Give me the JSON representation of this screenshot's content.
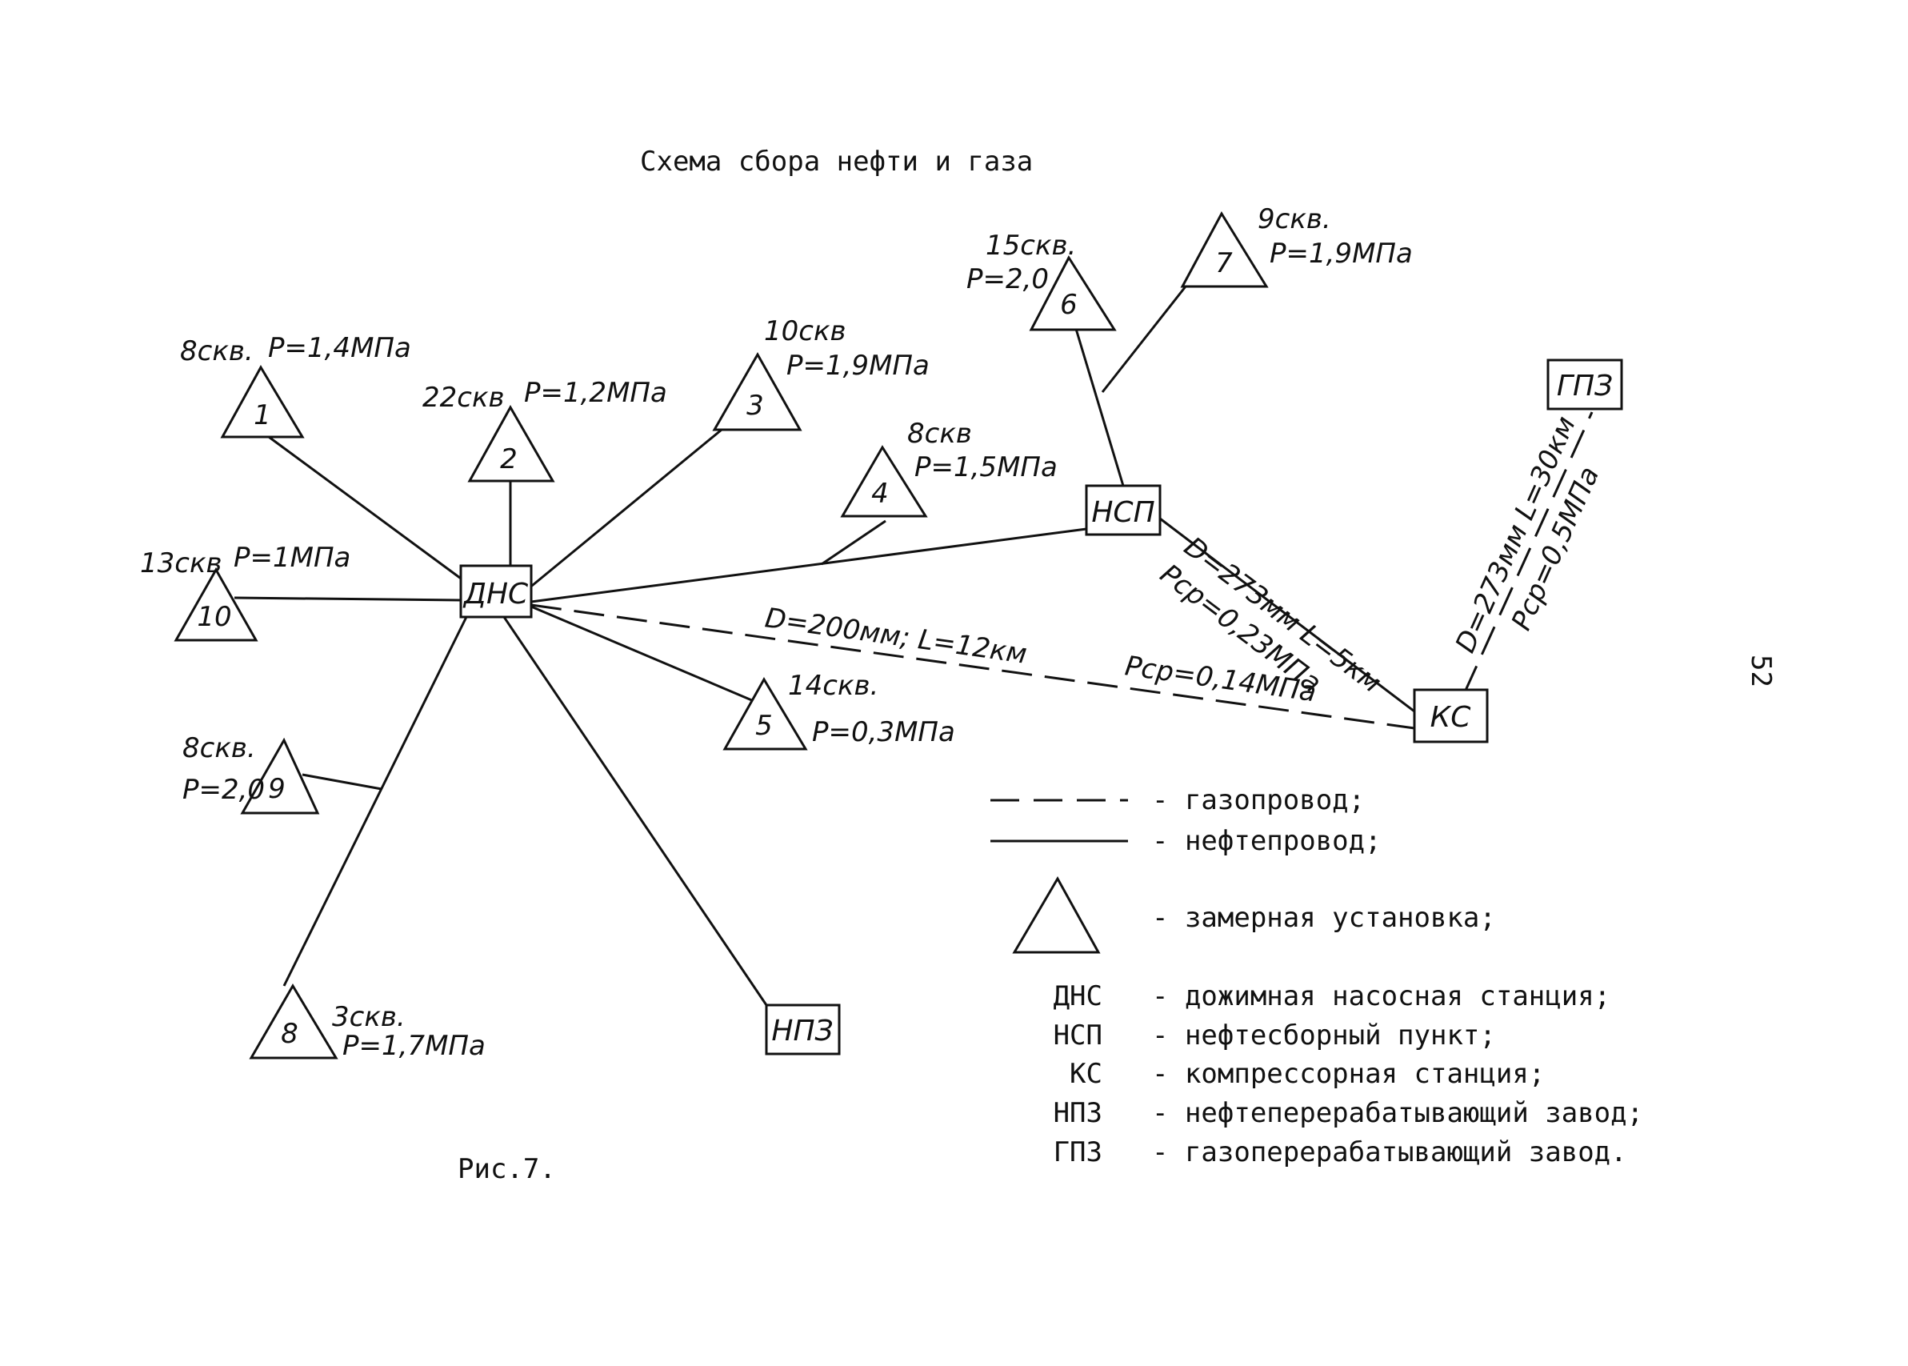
{
  "title": "Схема сбора нефти и газа",
  "caption": "Рис.7.",
  "page_number": "52",
  "stations": {
    "dns": "ДНС",
    "nsp": "НСП",
    "ks": "КС",
    "npz": "НПЗ",
    "gpz": "ГПЗ"
  },
  "wells": [
    {
      "id": "1",
      "label_a": "8скв.",
      "label_b": "P=1,4МПа"
    },
    {
      "id": "2",
      "label_a": "22скв",
      "label_b": "P=1,2МПа"
    },
    {
      "id": "3",
      "label_a": "10скв",
      "label_b": "P=1,9МПа"
    },
    {
      "id": "4",
      "label_a": "8скв",
      "label_b": "P=1,5МПа"
    },
    {
      "id": "5",
      "label_a": "14скв.",
      "label_b": "P=0,3МПа"
    },
    {
      "id": "6",
      "label_a": "15скв.",
      "label_b": "P=2,0"
    },
    {
      "id": "7",
      "label_a": "9скв.",
      "label_b": "P=1,9МПа"
    },
    {
      "id": "8",
      "label_a": "3скв.",
      "label_b": "P=1,7МПа"
    },
    {
      "id": "9",
      "label_a": "8скв.",
      "label_b": "P=2,0"
    },
    {
      "id": "10",
      "label_a": "13скв",
      "label_b": "P=1МПа"
    }
  ],
  "pipelines": {
    "dns_ks_dims": "D=200мм;  L=12км",
    "dns_ks_pressure": "Pср=0,14МПа",
    "nsp_ks_dims": "D=273мм  L=5км",
    "nsp_ks_pressure": "Pср=0,23МПа",
    "ks_gpz_dims": "D=273мм  L=30км",
    "ks_gpz_pressure": "Pср=0,5МПа"
  },
  "legend": [
    {
      "symbol": "gas-line",
      "text": "- газопровод;"
    },
    {
      "symbol": "oil-line",
      "text": "- нефтепровод;"
    },
    {
      "symbol": "triangle",
      "text": "- замерная установка;"
    },
    {
      "symbol": "ДНС",
      "text": "- дожимная насосная станция;"
    },
    {
      "symbol": "НСП",
      "text": "- нефтесборный пункт;"
    },
    {
      "symbol": "КС",
      "text": "- компрессорная станция;"
    },
    {
      "symbol": "НПЗ",
      "text": "- нефтеперерабатывающий завод;"
    },
    {
      "symbol": "ГПЗ",
      "text": "- газоперерабатывающий завод."
    }
  ]
}
